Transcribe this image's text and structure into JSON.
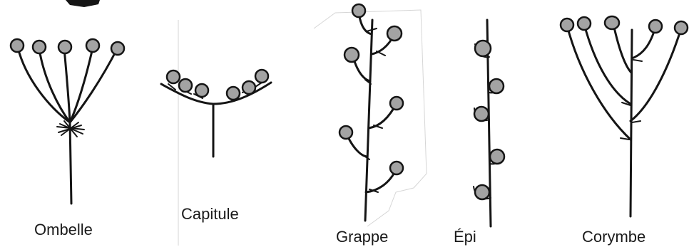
{
  "colors": {
    "bud_fill": "#a3a3a3",
    "stroke": "#151515",
    "background": "#ffffff"
  },
  "labels": {
    "ombelle": "Ombelle",
    "capitule": "Capitule",
    "grappe": "Grappe",
    "epi": "Épi",
    "corymbe": "Corymbe"
  }
}
